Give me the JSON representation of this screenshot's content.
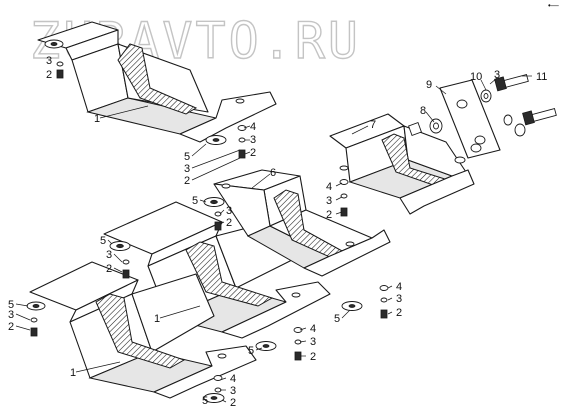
{
  "watermark": "ZURAVTO.RU",
  "corner_mark": "•—",
  "callouts": {
    "c1a": "1",
    "c1b": "1",
    "c1c": "1",
    "c2a": "2",
    "c2b": "2",
    "c2c": "2",
    "c2d": "2",
    "c2e": "2",
    "c2f": "2",
    "c2g": "2",
    "c2h": "2",
    "c2i": "2",
    "c2j": "2",
    "c3a": "3",
    "c3b": "3",
    "c3c": "3",
    "c3d": "3",
    "c3e": "3",
    "c3f": "3",
    "c3g": "3",
    "c3h": "3",
    "c3i": "3",
    "c3j": "3",
    "c4a": "4",
    "c4b": "4",
    "c4c": "4",
    "c4d": "4",
    "c5a": "5",
    "c5b": "5",
    "c5c": "5",
    "c5d": "5",
    "c5e": "5",
    "c5f": "5",
    "c5g": "5",
    "c6": "6",
    "c7": "7",
    "c8": "8",
    "c9": "9",
    "c10": "10",
    "c11": "11"
  }
}
